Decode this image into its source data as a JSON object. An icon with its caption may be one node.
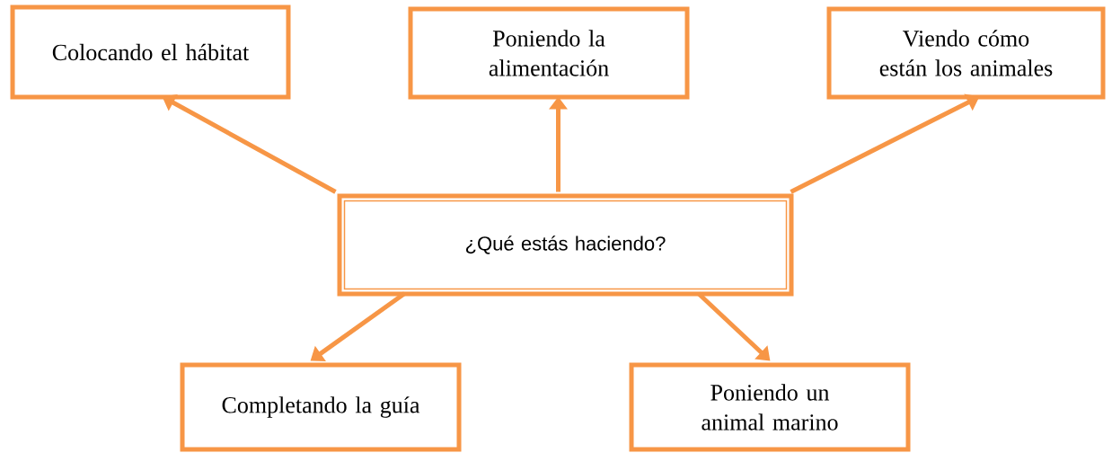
{
  "diagram": {
    "nodes": [
      {
        "text": [
          "¿Qué estás haciendo?"
        ]
      },
      {
        "text": [
          "Colocando el hábitat"
        ]
      },
      {
        "text": [
          "Poniendo la alimentación"
        ]
      },
      {
        "text": [
          "Viendo cómo están los animales"
        ]
      },
      {
        "text": [
          "Completando la guía"
        ]
      },
      {
        "text": [
          "Poniendo un animal marino"
        ]
      }
    ],
    "edges": [
      {
        "from": 0,
        "to": 1,
        "arrow": "to"
      },
      {
        "from": 0,
        "to": 2,
        "arrow": "to"
      },
      {
        "from": 0,
        "to": 3,
        "arrow": "to"
      },
      {
        "from": 0,
        "to": 4,
        "arrow": "to"
      },
      {
        "from": 0,
        "to": 5,
        "arrow": "to"
      }
    ]
  }
}
